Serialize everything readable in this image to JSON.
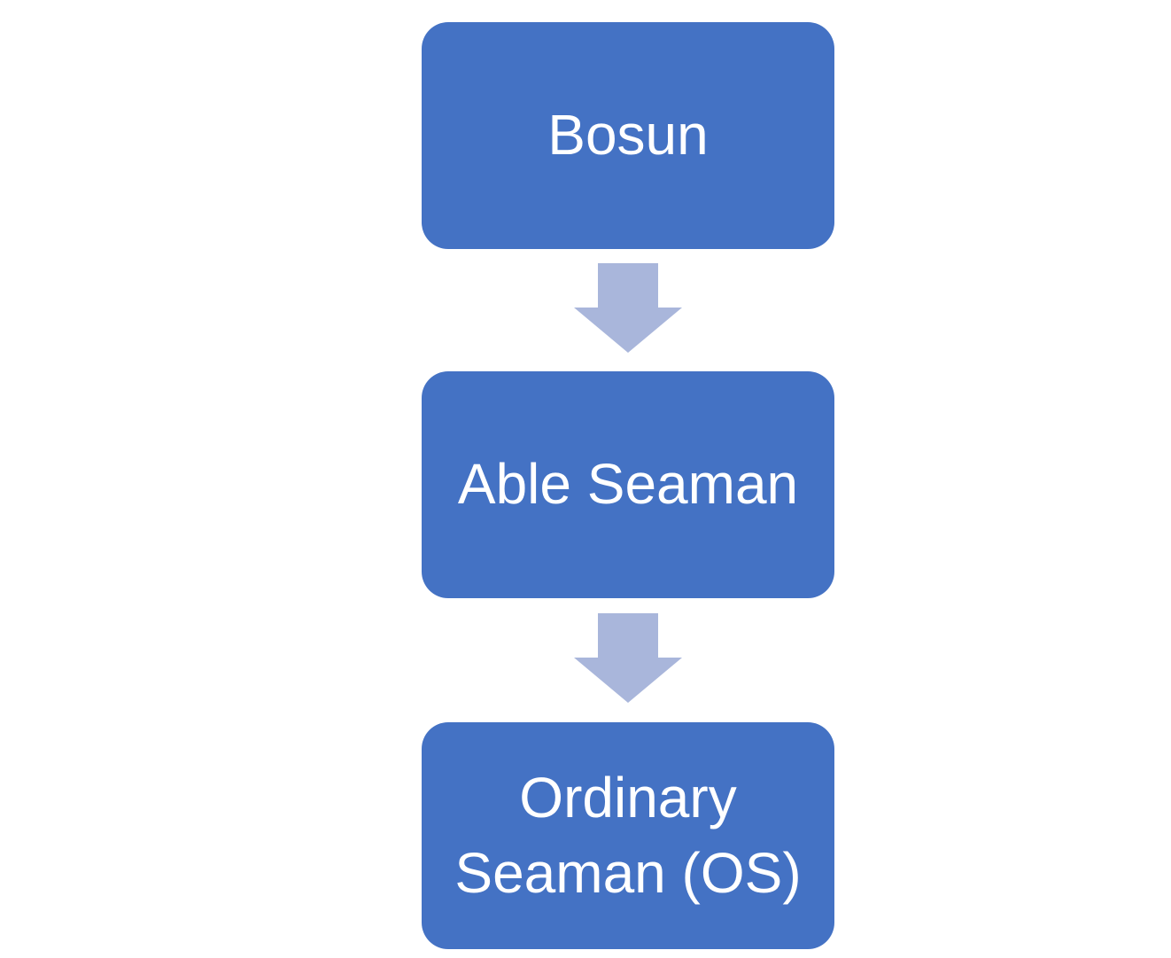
{
  "diagram": {
    "type": "vertical-process-flowchart",
    "direction": "top-to-bottom",
    "nodes": [
      {
        "label": "Bosun"
      },
      {
        "label": "Able Seaman"
      },
      {
        "label": "Ordinary Seaman (OS)"
      }
    ],
    "connectors": [
      {
        "from": "Bosun",
        "to": "Able Seaman",
        "icon": "down-arrow-icon"
      },
      {
        "from": "Able Seaman",
        "to": "Ordinary Seaman (OS)",
        "icon": "down-arrow-icon"
      }
    ]
  },
  "colors": {
    "background": "#FFFFFF",
    "node_fill": "#4472C4",
    "node_text": "#FFFFFF",
    "arrow_fill": "#A9B6DB"
  }
}
